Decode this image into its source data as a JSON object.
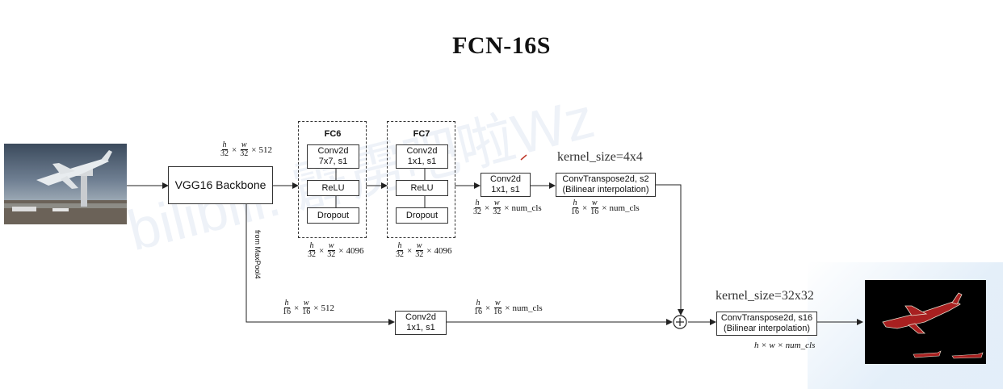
{
  "title": "FCN-16S",
  "watermark": "bilibili: 霹雳吧啦Wz",
  "backbone_label": "VGG16 Backbone",
  "fc6": {
    "title": "FC6",
    "conv_line1": "Conv2d",
    "conv_line2": "7x7, s1",
    "relu": "ReLU",
    "dropout": "Dropout"
  },
  "fc7": {
    "title": "FC7",
    "conv_line1": "Conv2d",
    "conv_line2": "1x1, s1",
    "relu": "ReLU",
    "dropout": "Dropout"
  },
  "conv_top": {
    "line1": "Conv2d",
    "line2": "1x1, s1"
  },
  "conv_bottom": {
    "line1": "Conv2d",
    "line2": "1x1, s1"
  },
  "convt_top": {
    "line1": "ConvTranspose2d, s2",
    "line2": "(Bilinear interpolation)"
  },
  "convt_final": {
    "line1": "ConvTranspose2d, s16",
    "line2": "(Bilinear interpolation)"
  },
  "kernel_top": "kernel_size=4x4",
  "kernel_final": "kernel_size=32x32",
  "from_maxpool": "from MaxPool4",
  "plus_symbol": "+",
  "times": "×",
  "dims": {
    "backbone_out": {
      "h": "h",
      "hd": "32",
      "w": "w",
      "wd": "32",
      "c": "512"
    },
    "fc6_out": {
      "h": "h",
      "hd": "32",
      "w": "w",
      "wd": "32",
      "c": "4096"
    },
    "fc7_out": {
      "h": "h",
      "hd": "32",
      "w": "w",
      "wd": "32",
      "c": "4096"
    },
    "conv_top_out": {
      "h": "h",
      "hd": "32",
      "w": "w",
      "wd": "32",
      "c": "num_cls"
    },
    "convt_top_out": {
      "h": "h",
      "hd": "16",
      "w": "w",
      "wd": "16",
      "c": "num_cls"
    },
    "pool4_out": {
      "h": "h",
      "hd": "16",
      "w": "w",
      "wd": "16",
      "c": "512"
    },
    "conv_bottom_out": {
      "h": "h",
      "hd": "16",
      "w": "w",
      "wd": "16",
      "c": "num_cls"
    },
    "final_out": "h × w × num_cls"
  }
}
